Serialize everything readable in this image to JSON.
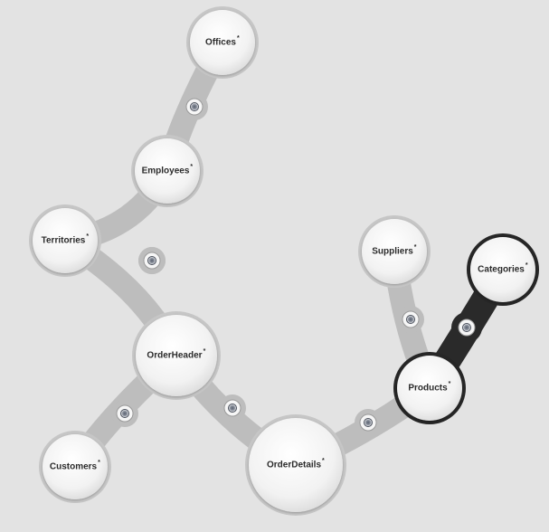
{
  "entities": [
    {
      "id": "offices",
      "label": "Offices",
      "marker": "*",
      "selected": false
    },
    {
      "id": "employees",
      "label": "Employees",
      "marker": "*",
      "selected": false
    },
    {
      "id": "territories",
      "label": "Territories",
      "marker": "*",
      "selected": false
    },
    {
      "id": "orderheader",
      "label": "OrderHeader",
      "marker": "*",
      "selected": false
    },
    {
      "id": "customers",
      "label": "Customers",
      "marker": "*",
      "selected": false
    },
    {
      "id": "orderdetails",
      "label": "OrderDetails",
      "marker": "*",
      "selected": false
    },
    {
      "id": "products",
      "label": "Products",
      "marker": "*",
      "selected": true
    },
    {
      "id": "suppliers",
      "label": "Suppliers",
      "marker": "*",
      "selected": false
    },
    {
      "id": "categories",
      "label": "Categories",
      "marker": "*",
      "selected": true
    }
  ],
  "relations": [
    {
      "from": "offices",
      "to": "employees",
      "selected": false
    },
    {
      "from": "employees",
      "to": "territories",
      "selected": false
    },
    {
      "from": "territories",
      "to": "orderheader",
      "selected": false
    },
    {
      "from": "orderheader",
      "to": "customers",
      "selected": false
    },
    {
      "from": "orderheader",
      "to": "orderdetails",
      "selected": false
    },
    {
      "from": "orderdetails",
      "to": "products",
      "selected": false
    },
    {
      "from": "suppliers",
      "to": "products",
      "selected": false
    },
    {
      "from": "products",
      "to": "categories",
      "selected": true
    }
  ],
  "colors": {
    "background": "#e3e3e3",
    "link": "#bdbdbd",
    "link_selected": "#2a2a2a",
    "node_fill": "#f4f4f4",
    "node_ring": "#c6c6c6",
    "node_ring_selected": "#262626",
    "label": "#2b2b2b"
  }
}
